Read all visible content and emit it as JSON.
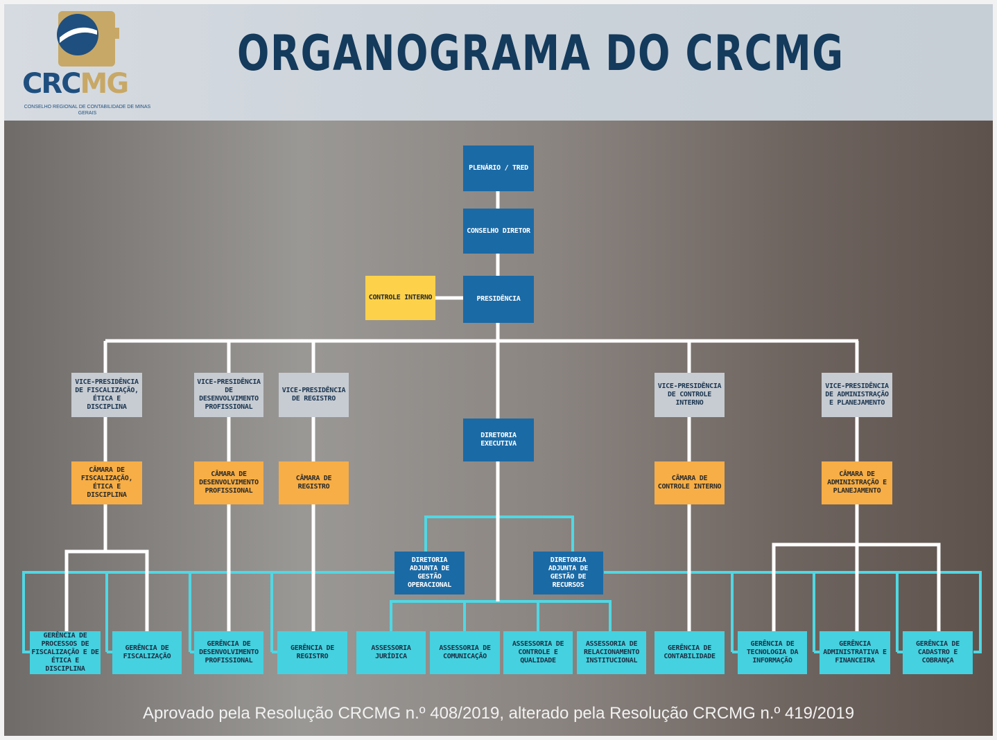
{
  "header": {
    "title": "ORGANOGRAMA DO CRCMG",
    "logo": {
      "crc": "CRC",
      "mg": "MG",
      "subtitle": "CONSELHO REGIONAL DE CONTABILIDADE DE MINAS GERAIS"
    }
  },
  "boxes": {
    "plenario": "PLENÁRIO / TRED",
    "conselho": "CONSELHO DIRETOR",
    "presidencia": "PRESIDÊNCIA",
    "controle_interno": "CONTROLE INTERNO",
    "vp_fiscalizacao": "VICE-PRESIDÊNCIA DE FISCALIZAÇÃO, ÉTICA E DISCIPLINA",
    "vp_desenvolvimento": "VICE-PRESIDÊNCIA DE DESENVOLVIMENTO PROFISSIONAL",
    "vp_registro": "VICE-PRESIDÊNCIA DE REGISTRO",
    "vp_controle": "VICE-PRESIDÊNCIA DE CONTROLE INTERNO",
    "vp_administracao": "VICE-PRESIDÊNCIA DE ADMINISTRAÇÃO E PLANEJAMENTO",
    "diretoria_executiva": "DIRETORIA EXECUTIVA",
    "camara_fiscalizacao": "CÂMARA DE FISCALIZAÇÃO, ÉTICA E DISCIPLINA",
    "camara_desenvolvimento": "CÂMARA DE DESENVOLVIMENTO PROFISSIONAL",
    "camara_registro": "CÂMARA DE REGISTRO",
    "camara_controle": "CÂMARA DE CONTROLE INTERNO",
    "camara_administracao": "CÂMARA DE ADMINISTRAÇÃO E PLANEJAMENTO",
    "dir_operacional": "DIRETORIA ADJUNTA DE GESTÃO OPERACIONAL",
    "dir_recursos": "DIRETORIA ADJUNTA DE GESTÃO DE RECURSOS",
    "ger_processos": "GERÊNCIA DE PROCESSOS DE FISCALIZAÇÃO E DE ÉTICA E DISCIPLINA",
    "ger_fiscalizacao": "GERÊNCIA DE FISCALIZAÇÃO",
    "ger_desenvolvimento": "GERÊNCIA DE DESENVOLVIMENTO PROFISSIONAL",
    "ger_registro": "GERÊNCIA DE REGISTRO",
    "ass_juridica": "ASSESSORIA JURÍDICA",
    "ass_comunicacao": "ASSESSORIA DE COMUNICAÇÃO",
    "ass_controle": "ASSESSORIA DE CONTROLE E QUALIDADE",
    "ass_relacionamento": "ASSESSORIA DE RELACIONAMENTO INSTITUCIONAL",
    "ger_contabilidade": "GERÊNCIA DE CONTABILIDADE",
    "ger_ti": "GERÊNCIA DE TECNOLOGIA DA INFORMAÇÃO",
    "ger_administrativa": "GERÊNCIA ADMINISTRATIVA E FINANCEIRA",
    "ger_cadastro": "GERÊNCIA DE CADASTRO E COBRANÇA"
  },
  "footer": "Aprovado pela Resolução CRCMG n.º 408/2019, alterado pela Resolução CRCMG n.º 419/2019",
  "colors": {
    "title": "#143a5c",
    "dark_box": "#1a6aa6",
    "gray_box": "#c7ccd2",
    "orange_box": "#f7ae46",
    "yellow_box": "#fdd24a",
    "cyan_box": "#45d1df",
    "connector_white": "#ffffff",
    "connector_cyan": "#4fd8e4"
  }
}
